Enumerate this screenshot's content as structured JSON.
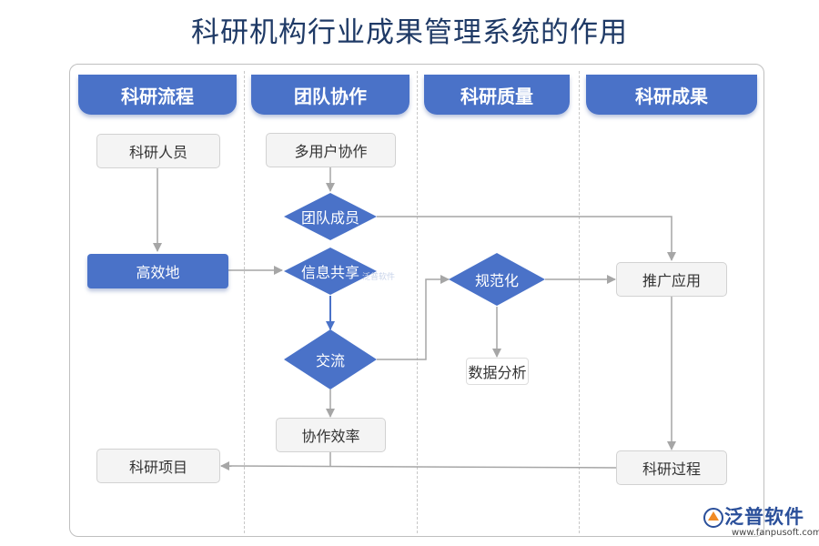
{
  "title": "科研机构行业成果管理系统的作用",
  "lanes": [
    {
      "label": "科研流程"
    },
    {
      "label": "团队协作"
    },
    {
      "label": "科研质量"
    },
    {
      "label": "科研成果"
    }
  ],
  "nodes": {
    "researcher": "科研人员",
    "efficient_place": "高效地",
    "research_project": "科研项目",
    "multi_user": "多用户协作",
    "team_member": "团队成员",
    "info_share": "信息共享",
    "communication": "交流",
    "collab_efficiency": "协作效率",
    "standardization": "规范化",
    "data_analysis": "数据分析",
    "promotion": "推广应用",
    "research_process": "科研过程"
  },
  "watermark": "泛普软件",
  "logo": {
    "name": "泛普软件",
    "url": "www.fanpusoft.com"
  },
  "colors": {
    "accent": "#4a72c8",
    "title": "#1f3a66",
    "connector": "#a6a6a6"
  }
}
